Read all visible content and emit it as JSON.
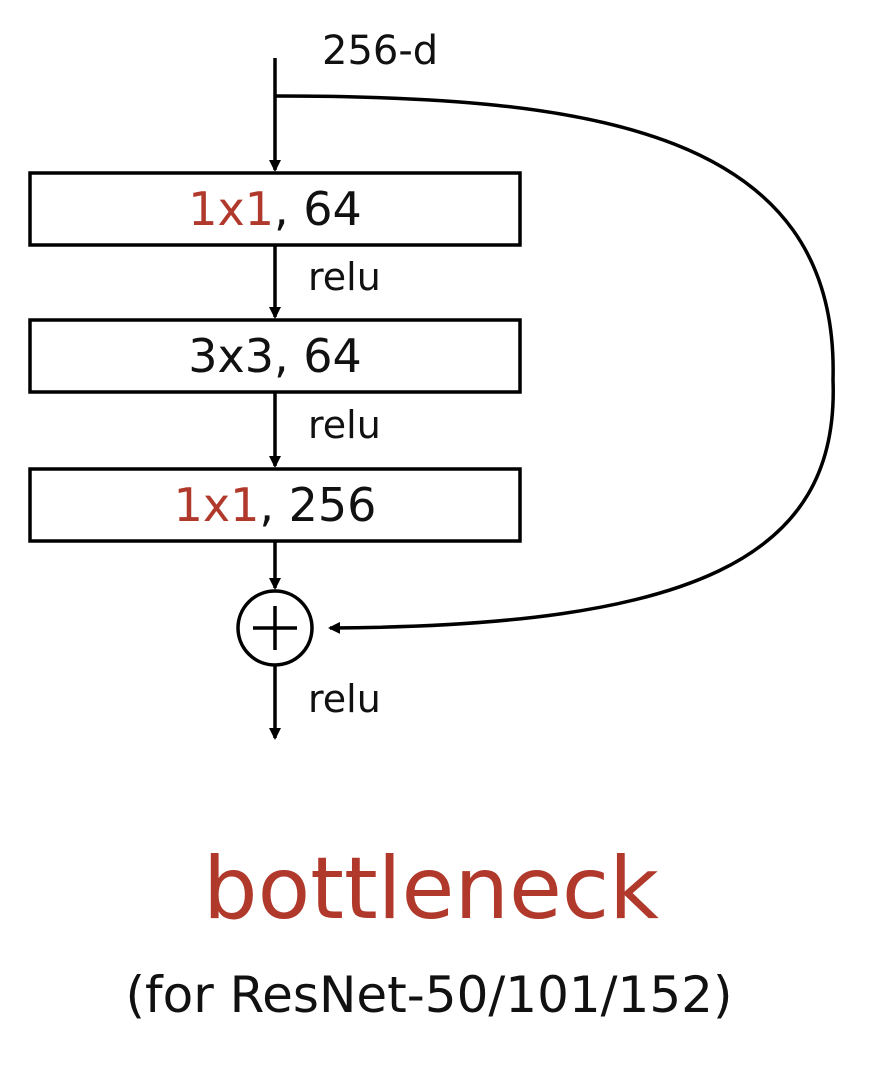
{
  "diagram": {
    "input_label": "256-d",
    "layers": [
      {
        "kernel": "1x1",
        "rest": ", 64",
        "kernel_highlight": true
      },
      {
        "kernel": "3x3",
        "rest": ", 64",
        "kernel_highlight": false
      },
      {
        "kernel": "1x1",
        "rest": ", 256",
        "kernel_highlight": true
      }
    ],
    "activations": [
      "relu",
      "relu",
      "relu"
    ],
    "add_symbol": "+",
    "title": "bottleneck",
    "subtitle": "(for ResNet-50/101/152)"
  },
  "colors": {
    "accent": "#b0392b",
    "text": "#111111",
    "line": "#000000",
    "background": "#ffffff"
  }
}
